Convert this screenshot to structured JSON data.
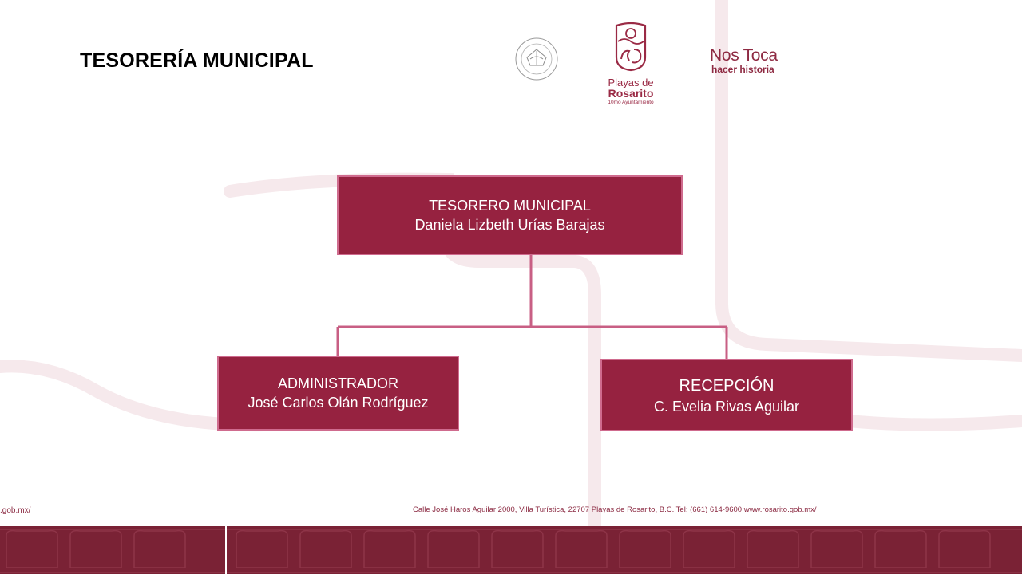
{
  "page_title": "TESORERÍA MUNICIPAL",
  "logos": {
    "rosarito": {
      "line1": "Playas de",
      "line2": "Rosarito",
      "line3": "10mo Ayuntamiento"
    },
    "slogan": {
      "line1": "Nos Toca",
      "line2": "hacer historia"
    }
  },
  "org_chart": {
    "top": {
      "role": "TESORERO MUNICIPAL",
      "person": "Daniela Lizbeth Urías Barajas"
    },
    "left": {
      "role": "ADMINISTRADOR",
      "person": "José Carlos Olán Rodríguez"
    },
    "right": {
      "role": "RECEPCIÓN",
      "person": "C. Evelia Rivas Aguilar"
    }
  },
  "footer": {
    "left_text": ".gob.mx/",
    "address": "Calle José Haros Aguilar 2000, Villa Turística, 22707 Playas de Rosarito, B.C. Tel: (661) 614-9600  www.rosarito.gob.mx/"
  },
  "colors": {
    "box_fill": "#962240",
    "box_border": "#cf6b8e",
    "band": "#7a2235",
    "accent_text": "#8e2a42"
  }
}
